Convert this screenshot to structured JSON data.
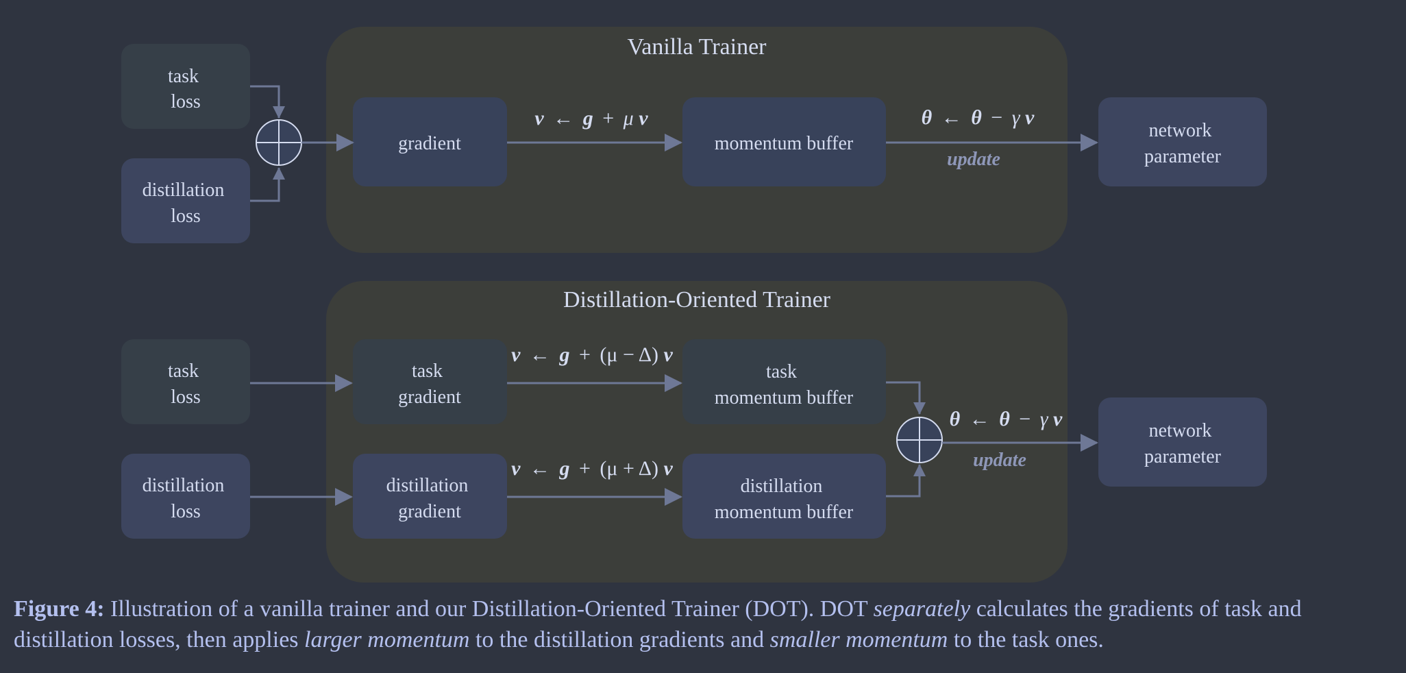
{
  "colors": {
    "background": "#2f3440",
    "panel": "#3c3e3a",
    "task_box": "#363f48",
    "distill_box": "#3d455f",
    "core_box": "#38425a",
    "arrow": "#6e7896",
    "text": "#d5dcf0",
    "update_text": "#8e97b8",
    "caption": "#b4c0ef"
  },
  "icons": [
    "circle-plus-icon"
  ],
  "vanilla": {
    "title": "Vanilla Trainer",
    "task_loss": [
      "task",
      "loss"
    ],
    "distillation_loss": [
      "distillation",
      "loss"
    ],
    "gradient": "gradient",
    "momentum_buffer": "momentum buffer",
    "network_parameter": [
      "network",
      "parameter"
    ],
    "momentum_eq": [
      "v",
      "←",
      "g",
      "+",
      "μ",
      "v"
    ],
    "update_eq": [
      "θ",
      "←",
      "θ",
      "−",
      "γ",
      "v"
    ],
    "update_label": "update"
  },
  "dot": {
    "title": "Distillation-Oriented Trainer",
    "task_loss": [
      "task",
      "loss"
    ],
    "distillation_loss": [
      "distillation",
      "loss"
    ],
    "task_gradient": [
      "task",
      "gradient"
    ],
    "distillation_gradient": [
      "distillation",
      "gradient"
    ],
    "task_momentum_buffer": [
      "task",
      "momentum buffer"
    ],
    "distillation_momentum_buffer": [
      "distillation",
      "momentum buffer"
    ],
    "network_parameter": [
      "network",
      "parameter"
    ],
    "task_eq": [
      "v",
      "←",
      "g",
      "+",
      "(μ − Δ)",
      "v"
    ],
    "distill_eq": [
      "v",
      "←",
      "g",
      "+",
      "(μ + Δ)",
      "v"
    ],
    "update_eq": [
      "θ",
      "←",
      "θ",
      "−",
      "γ",
      "v"
    ],
    "update_label": "update"
  },
  "caption": {
    "label": "Figure 4:",
    "t1": " Illustration of a vanilla trainer and our Distillation-Oriented Trainer (DOT). DOT ",
    "e1": "separately",
    "t2": " calculates the gradients of task and distillation losses, then applies ",
    "e2": "larger momentum",
    "t3": " to the distillation gradients and ",
    "e3": "smaller momentum",
    "t4": " to the task ones."
  }
}
